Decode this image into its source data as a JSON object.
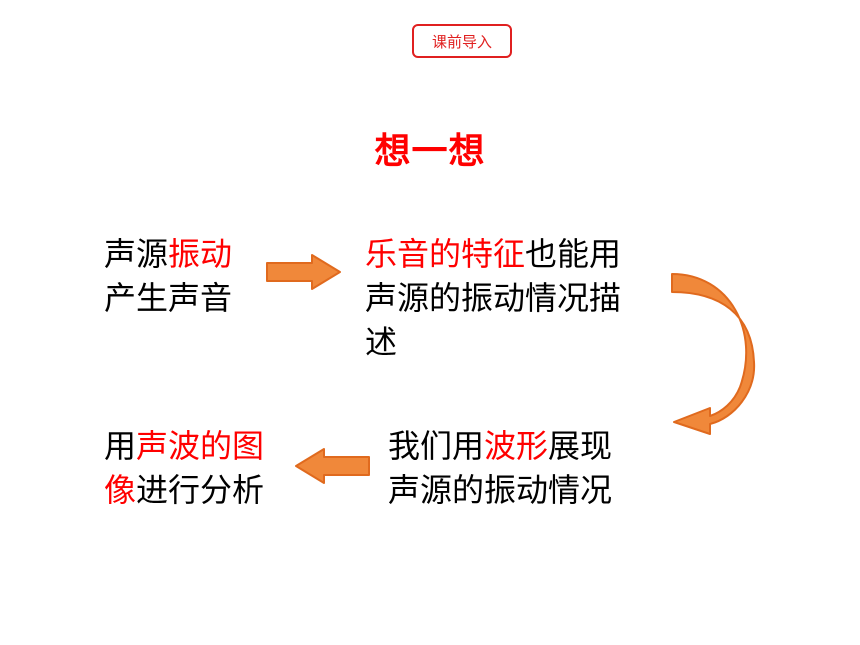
{
  "header": {
    "tag_label": "课前导入"
  },
  "title": "想一想",
  "blocks": {
    "b1": {
      "line1_a": "声源",
      "line1_b": "振动",
      "line2": "产生声音"
    },
    "b2": {
      "line1_a": "乐音的特征",
      "line1_b": "也能用",
      "line2": "声源的振动情况描",
      "line3": "述"
    },
    "b3": {
      "line1_a": "我们用",
      "line1_b": "波形",
      "line1_c": "展现",
      "line2": "声源的振动情况"
    },
    "b4": {
      "line1_a": "用",
      "line1_b": "声波的图",
      "line2_a": "像",
      "line2_b": "进行分析"
    }
  },
  "colors": {
    "highlight": "#ff0000",
    "arrow_fill": "#f0883a",
    "arrow_stroke": "#e06a1e",
    "tag_border": "#e02020"
  },
  "icons": {
    "right_arrow": "right-arrow-icon",
    "curved_arrow": "curved-down-arrow-icon",
    "left_arrow": "left-arrow-icon"
  }
}
